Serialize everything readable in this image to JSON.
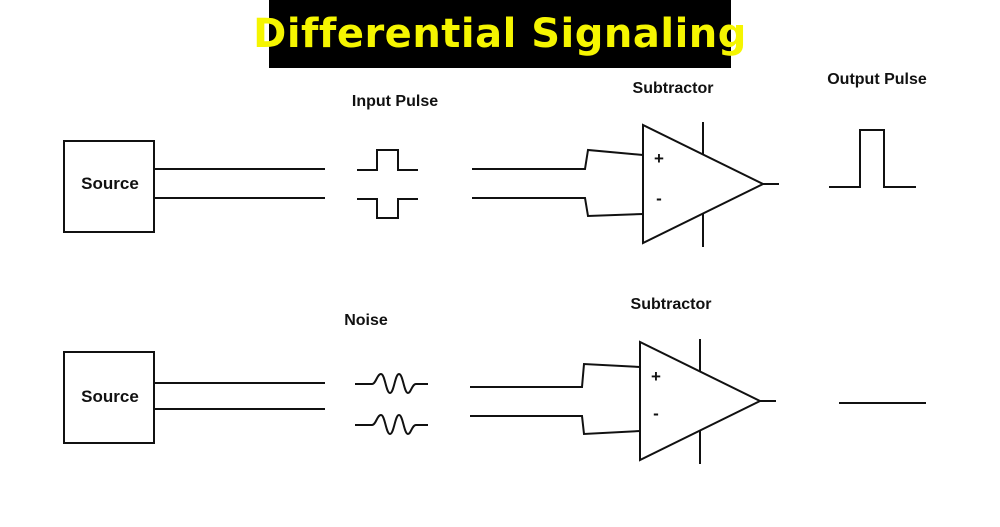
{
  "title": "Differential Signaling",
  "colors": {
    "title_background": "#000000",
    "title_text": "#f5f500",
    "line": "#111111"
  },
  "top_circuit": {
    "source_label": "Source",
    "signal_label": "Input Pulse",
    "amplifier_label": "Subtractor",
    "plus_sign": "+",
    "minus_sign": "-",
    "output_label": "Output Pulse"
  },
  "bottom_circuit": {
    "source_label": "Source",
    "signal_label": "Noise",
    "amplifier_label": "Subtractor",
    "plus_sign": "+",
    "minus_sign": "-"
  }
}
